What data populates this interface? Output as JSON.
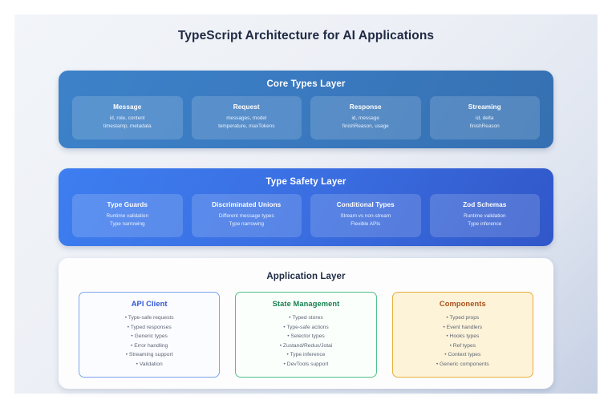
{
  "page": {
    "title": "TypeScript Architecture for AI Applications"
  },
  "layers": {
    "core": {
      "title": "Core Types Layer",
      "cards": [
        {
          "title": "Message",
          "line1": "id, role, content",
          "line2": "timestamp, metadata"
        },
        {
          "title": "Request",
          "line1": "messages, model",
          "line2": "temperature, maxTokens"
        },
        {
          "title": "Response",
          "line1": "id, message",
          "line2": "finishReason, usage"
        },
        {
          "title": "Streaming",
          "line1": "id, delta",
          "line2": "finishReason"
        }
      ]
    },
    "safety": {
      "title": "Type Safety Layer",
      "cards": [
        {
          "title": "Type Guards",
          "line1": "Runtime validation",
          "line2": "Type narrowing"
        },
        {
          "title": "Discriminated Unions",
          "line1": "Different message types",
          "line2": "Type narrowing"
        },
        {
          "title": "Conditional Types",
          "line1": "Stream vs non-stream",
          "line2": "Flexible APIs"
        },
        {
          "title": "Zod Schemas",
          "line1": "Runtime validation",
          "line2": "Type inference"
        }
      ]
    },
    "application": {
      "title": "Application Layer",
      "cards": [
        {
          "title": "API Client",
          "bullets": [
            "• Type-safe requests",
            "• Typed responses",
            "• Generic types",
            "• Error handling",
            "• Streaming support",
            "• Validation"
          ]
        },
        {
          "title": "State Management",
          "bullets": [
            "• Typed stores",
            "• Type-safe actions",
            "• Selector types",
            "• Zustand/Redux/Jotai",
            "• Type inference",
            "• DevTools support"
          ]
        },
        {
          "title": "Components",
          "bullets": [
            "• Typed props",
            "• Event handlers",
            "• Hooks types",
            "• Ref types",
            "• Context types",
            "• Generic components"
          ]
        }
      ]
    }
  },
  "colors": {
    "core_layer_start": "#3d82c9",
    "core_layer_end": "#3570b1",
    "safety_layer_start": "#3d7ef0",
    "safety_layer_end": "#3157c9",
    "api_client_accent": "#2f55d4",
    "state_management_accent": "#18804f",
    "components_accent": "#a8501a",
    "title_text": "#1f2a44"
  }
}
